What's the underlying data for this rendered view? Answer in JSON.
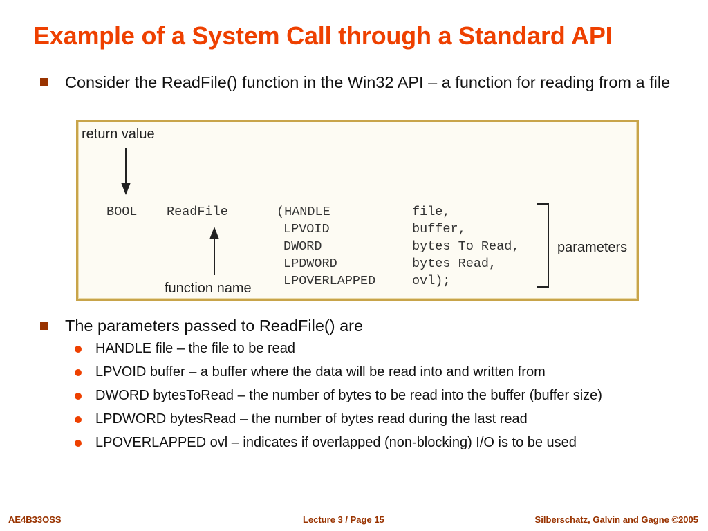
{
  "title": "Example of a System Call through a Standard API",
  "bullets": [
    "Consider the ReadFile() function in the Win32 API – a function for reading from a file",
    "The parameters passed to ReadFile() are"
  ],
  "figure": {
    "return_label": "return value",
    "function_label": "function name",
    "parameters_label": "parameters",
    "return_type": "BOOL",
    "function_name": "ReadFile",
    "param_types": [
      "(HANDLE",
      "LPVOID",
      "DWORD",
      "LPDWORD",
      "LPOVERLAPPED"
    ],
    "param_names": [
      "file,",
      "buffer,",
      "bytes To Read,",
      "bytes Read,",
      "ovl);"
    ]
  },
  "sub_bullets": [
    "HANDLE file – the file to be read",
    "LPVOID buffer – a buffer where the data will be read into and written from",
    "DWORD bytesToRead – the number of bytes to be read into the buffer (buffer size)",
    "LPDWORD bytesRead – the number of bytes read during the last read",
    "LPOVERLAPPED ovl – indicates if overlapped (non-blocking) I/O is to be used"
  ],
  "footer": {
    "left": "AE4B33OSS",
    "center": "Lecture 3 / Page 15",
    "right": "Silberschatz, Galvin and Gagne ©2005"
  },
  "colors": {
    "title": "#ee4000",
    "bullet_square": "#993300",
    "sub_bullet_dot": "#ee4000",
    "footer": "#993300",
    "figure_border": "#c8a44a"
  }
}
